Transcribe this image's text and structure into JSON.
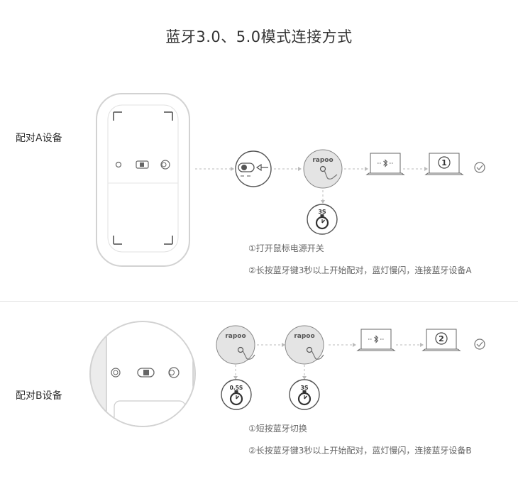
{
  "title": "蓝牙3.0、5.0模式连接方式",
  "section_a": {
    "label": "配对A设备",
    "brand": "rapoo",
    "timer": "3S",
    "screen_number": "1",
    "step1": "①打开鼠标电源开关",
    "step2": "②长按蓝牙键3秒以上开始配对，蓝灯慢闪，连接蓝牙设备A"
  },
  "section_b": {
    "label": "配对B设备",
    "brand": "rapoo",
    "timer_short": "0.5S",
    "timer_long": "3S",
    "screen_number": "2",
    "step1": "①短按蓝牙切换",
    "step2": "②长按蓝牙键3秒以上开始配对，蓝灯慢闪，连接蓝牙设备B"
  },
  "colors": {
    "line": "#bbbbbb",
    "icon_stroke": "#555555",
    "circle_fill": "#e4e4e4",
    "text": "#666666"
  }
}
